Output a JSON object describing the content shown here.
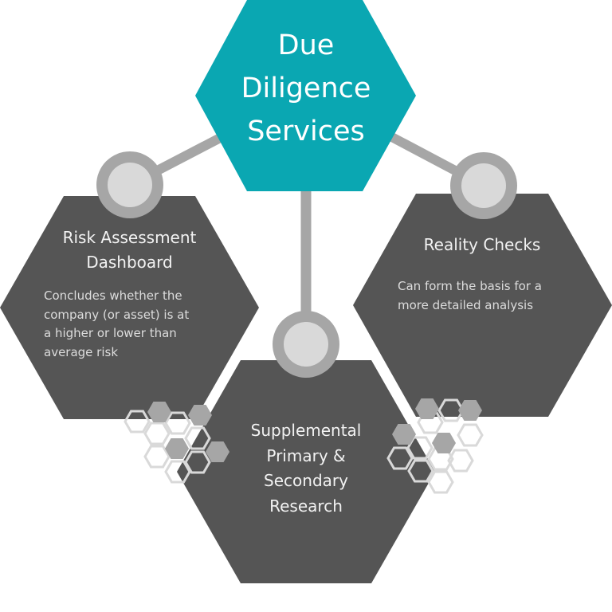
{
  "center": {
    "title_lines": [
      "Due",
      "Diligence",
      "Services"
    ]
  },
  "nodes": {
    "left": {
      "title": "Risk Assessment Dashboard",
      "title_lines": [
        "Risk Assessment",
        "Dashboard"
      ],
      "description": "Concludes whether the company (or asset) is at a higher or lower than average risk",
      "description_lines": [
        "Concludes whether the",
        "company (or asset) is at",
        "a higher or lower than",
        "average risk"
      ]
    },
    "right": {
      "title": "Reality Checks",
      "description": "Can form the basis for a more detailed analysis",
      "description_lines": [
        "Can form the basis for a",
        "more detailed analysis"
      ]
    },
    "bottom": {
      "title_lines": [
        "Supplemental",
        "Primary &",
        "Secondary",
        "Research"
      ]
    }
  },
  "colors": {
    "accent_teal": "#0aa7b2",
    "node_gray": "#555555",
    "connector_gray": "#a6a6a6",
    "connector_inner": "#d9d9d9",
    "honeycomb_fill": "#a6a6a6",
    "honeycomb_stroke": "#d9d9d9"
  }
}
